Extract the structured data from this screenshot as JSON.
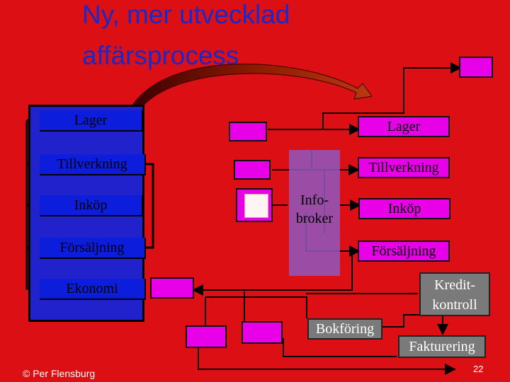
{
  "title": {
    "line1": "Ny, mer utvecklad",
    "line2": "affärsprocess"
  },
  "left_panel": {
    "items": [
      {
        "label": "Lager"
      },
      {
        "label": "Tillverkning"
      },
      {
        "label": "Inköp"
      },
      {
        "label": "Försäljning"
      },
      {
        "label": "Ekonomi"
      }
    ]
  },
  "right_modules": {
    "lager": "Lager",
    "tillverkning": "Tillverkning",
    "inkop": "Inköp",
    "forsaljning": "Försäljning",
    "infobroker_line1": "Info-",
    "infobroker_line2": "broker",
    "kredit_line1": "Kredit-",
    "kredit_line2": "kontroll",
    "bokforing": "Bokföring",
    "fakturering": "Fakturering"
  },
  "footer": {
    "copyright": "© Per Flensburg",
    "page_number": "22"
  },
  "colors": {
    "background": "#dc0f14",
    "panel": "#2222cc",
    "module": "#e800e8",
    "infobroker": "#8f58c0",
    "grey_box": "#7a7a7a",
    "title": "#1a28c8"
  }
}
